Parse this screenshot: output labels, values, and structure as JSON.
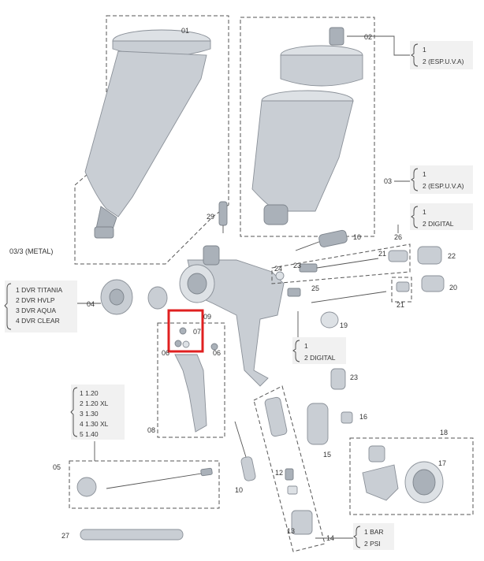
{
  "parts": {
    "p01": "01",
    "p02": "02",
    "p03": "03",
    "p03_3": "03/3 (METAL)",
    "p04": "04",
    "p05": "05",
    "p06a": "06",
    "p06b": "06",
    "p07": "07",
    "p08": "08",
    "p09": "09",
    "p10a": "10",
    "p10b": "10",
    "p12": "12",
    "p13": "13",
    "p14": "14",
    "p15": "15",
    "p16": "16",
    "p17": "17",
    "p18": "18",
    "p19": "19",
    "p20": "20",
    "p21a": "21",
    "p21b": "21",
    "p22": "22",
    "p23a": "23",
    "p23b": "23",
    "p24": "24",
    "p25": "25",
    "p26": "26",
    "p27": "27",
    "p29": "29"
  },
  "options": {
    "o02": [
      "1",
      "2 (ESP.U.V.A)"
    ],
    "o03": [
      "1",
      "2 (ESP.U.V.A)"
    ],
    "o26": [
      "1",
      "2 DIGITAL"
    ],
    "o09": [
      "1",
      "2 DIGITAL"
    ],
    "o04": [
      "1  DVR TITANIA",
      "2  DVR HVLP",
      "3  DVR AQUA",
      "4  DVR CLEAR"
    ],
    "o05": [
      "1   1.20",
      "2   1.20 XL",
      "3   1.30",
      "4   1.30 XL",
      "5   1.40"
    ],
    "o14": [
      "1 BAR",
      "2 PSI"
    ]
  },
  "highlight_color": "#e02020"
}
